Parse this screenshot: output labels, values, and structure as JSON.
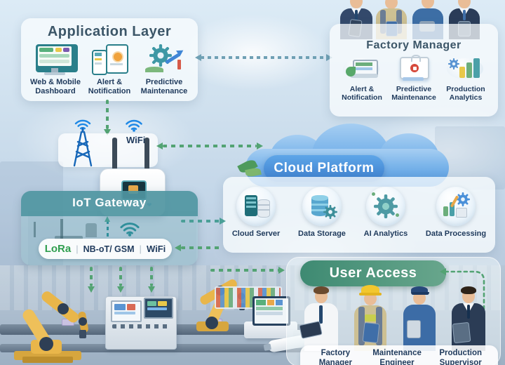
{
  "application_layer": {
    "title": "Application Layer",
    "items": [
      {
        "icon": "web-mobile-dashboard-icon",
        "label": "Web & Mobile Dashboard"
      },
      {
        "icon": "alert-notification-icon",
        "label": "Alert & Notification"
      },
      {
        "icon": "predictive-maintenance-icon",
        "label": "Predictive Maintenance"
      }
    ]
  },
  "factory_manager": {
    "title": "Factory Manager",
    "items": [
      {
        "icon": "alert-notification-icon",
        "label": "Alert & Notification"
      },
      {
        "icon": "predictive-maintenance-icon",
        "label": "Predictive Maintenance"
      },
      {
        "icon": "production-analytics-icon",
        "label": "Production Analytics"
      }
    ]
  },
  "wireless": {
    "wifi_label": "WiFi",
    "icons": [
      "radio-tower-icon",
      "wifi-icon"
    ]
  },
  "iot_gateway": {
    "title": "IoT Gateway",
    "separator": "|",
    "protocols": [
      {
        "label": "LoRa",
        "color": "#2f9e4f"
      },
      {
        "label": "NB-oT/ GSM",
        "color": "#1f3a5c"
      },
      {
        "label": "WiFi",
        "color": "#1f3a5c"
      }
    ]
  },
  "cloud_platform": {
    "title": "Cloud Platform",
    "services": [
      {
        "icon": "cloud-server-icon",
        "label": "Cloud Server"
      },
      {
        "icon": "data-storage-icon",
        "label": "Data Storage"
      },
      {
        "icon": "ai-analytics-icon",
        "label": "AI Analytics"
      },
      {
        "icon": "data-processing-icon",
        "label": "Data Processing"
      }
    ]
  },
  "user_access": {
    "title": "User Access",
    "roles": [
      {
        "label": "Factory Manager"
      },
      {
        "label": "Maintenance Engineer"
      },
      {
        "label": "Production Supervisor"
      }
    ]
  },
  "colors": {
    "arrow_green": "#53a373",
    "arrow_teal": "#4a9f97",
    "gateway_header_teal": "#4a929d",
    "cloud_blue": "#4c94dd",
    "user_access_green": "#3e8a72",
    "label_navy": "#1f3a5c",
    "lora_green": "#2f9e4f",
    "robot_yellow": "#e9b64a"
  }
}
